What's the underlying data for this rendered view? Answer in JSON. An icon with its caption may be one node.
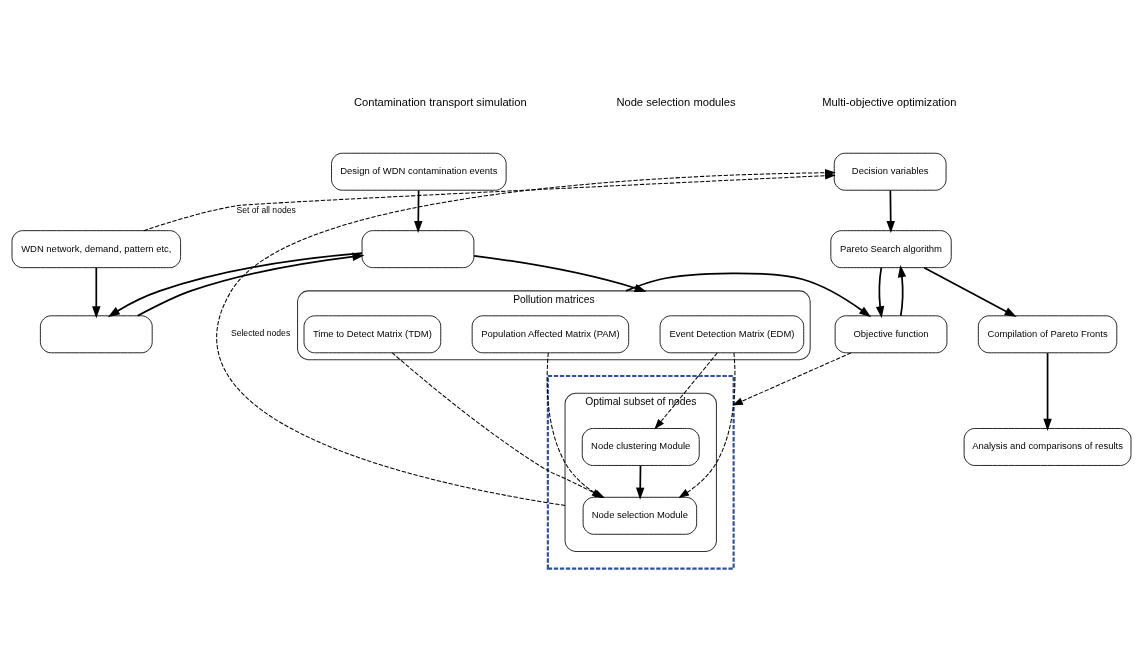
{
  "diagram": {
    "nodes": [
      {
        "text": [
          "Design of WDN contamination events"
        ]
      },
      {
        "text": [
          "WDN network, demand, pattern etc,"
        ]
      },
      {
        "text": [],
        "shape": "box"
      },
      {
        "text": [],
        "shape": "box"
      },
      {
        "text": [
          "Pollution matrices"
        ]
      },
      {
        "text": [
          "Event Detection Matrix (EDM)"
        ],
        "in": 4
      },
      {
        "text": [
          "Time to Detect Matrix (TDM)"
        ],
        "in": 4
      },
      {
        "text": [
          "Population Affected Matrix (PAM)"
        ],
        "in": 4
      },
      {
        "text": [],
        "shape": "box"
      },
      {
        "text": [
          "Optimal subset of nodes"
        ],
        "in": 8
      },
      {
        "text": [
          "Node clustering Module"
        ],
        "in": 9
      },
      {
        "text": [
          "Node selection Module"
        ],
        "in": 9
      },
      {
        "text": [
          "Decision variables"
        ]
      },
      {
        "text": [
          "Pareto Search algorithm"
        ]
      },
      {
        "text": [
          "Objective function"
        ]
      },
      {
        "text": [
          "Compilation of Pareto Fronts"
        ]
      },
      {
        "text": [
          "Analysis and comparisons of results"
        ]
      }
    ],
    "edges": [
      {
        "from": 0,
        "to": 2,
        "arrow": "to"
      },
      {
        "from": 1,
        "to": 3,
        "arrow": "to"
      },
      {
        "from": 2,
        "to": 3,
        "arrow": "to"
      },
      {
        "from": 3,
        "to": 2,
        "arrow": "to"
      },
      {
        "from": 2,
        "to": 4,
        "arrow": "to"
      },
      {
        "from": 1,
        "to": 12,
        "arrow": "to",
        "label": "Set of all nodes",
        "style": "dashed"
      },
      {
        "from": 5,
        "to": 10,
        "arrow": "to",
        "style": "dashed"
      },
      {
        "from": 5,
        "to": 11,
        "arrow": "to",
        "style": "dashed"
      },
      {
        "from": 6,
        "to": 11,
        "arrow": "to",
        "style": "dashed"
      },
      {
        "from": 7,
        "to": 11,
        "arrow": "to",
        "style": "dashed"
      },
      {
        "from": 10,
        "to": 11,
        "arrow": "to"
      },
      {
        "from": 9,
        "to": 12,
        "arrow": "to",
        "label": "Selected nodes",
        "style": "dashed"
      },
      {
        "from": 12,
        "to": 13,
        "arrow": "to"
      },
      {
        "from": 13,
        "to": 14,
        "arrow": "to"
      },
      {
        "from": 14,
        "to": 13,
        "arrow": "to"
      },
      {
        "from": 13,
        "to": 15,
        "arrow": "to"
      },
      {
        "from": 15,
        "to": 16,
        "arrow": "to"
      },
      {
        "from": 14,
        "to": 8,
        "arrow": "to",
        "style": "dashed"
      },
      {
        "from": 4,
        "to": 14,
        "arrow": "to"
      }
    ],
    "labels": [
      "Contamination transport simulation",
      "Node selection modules",
      "Multi-objective optimization"
    ]
  }
}
